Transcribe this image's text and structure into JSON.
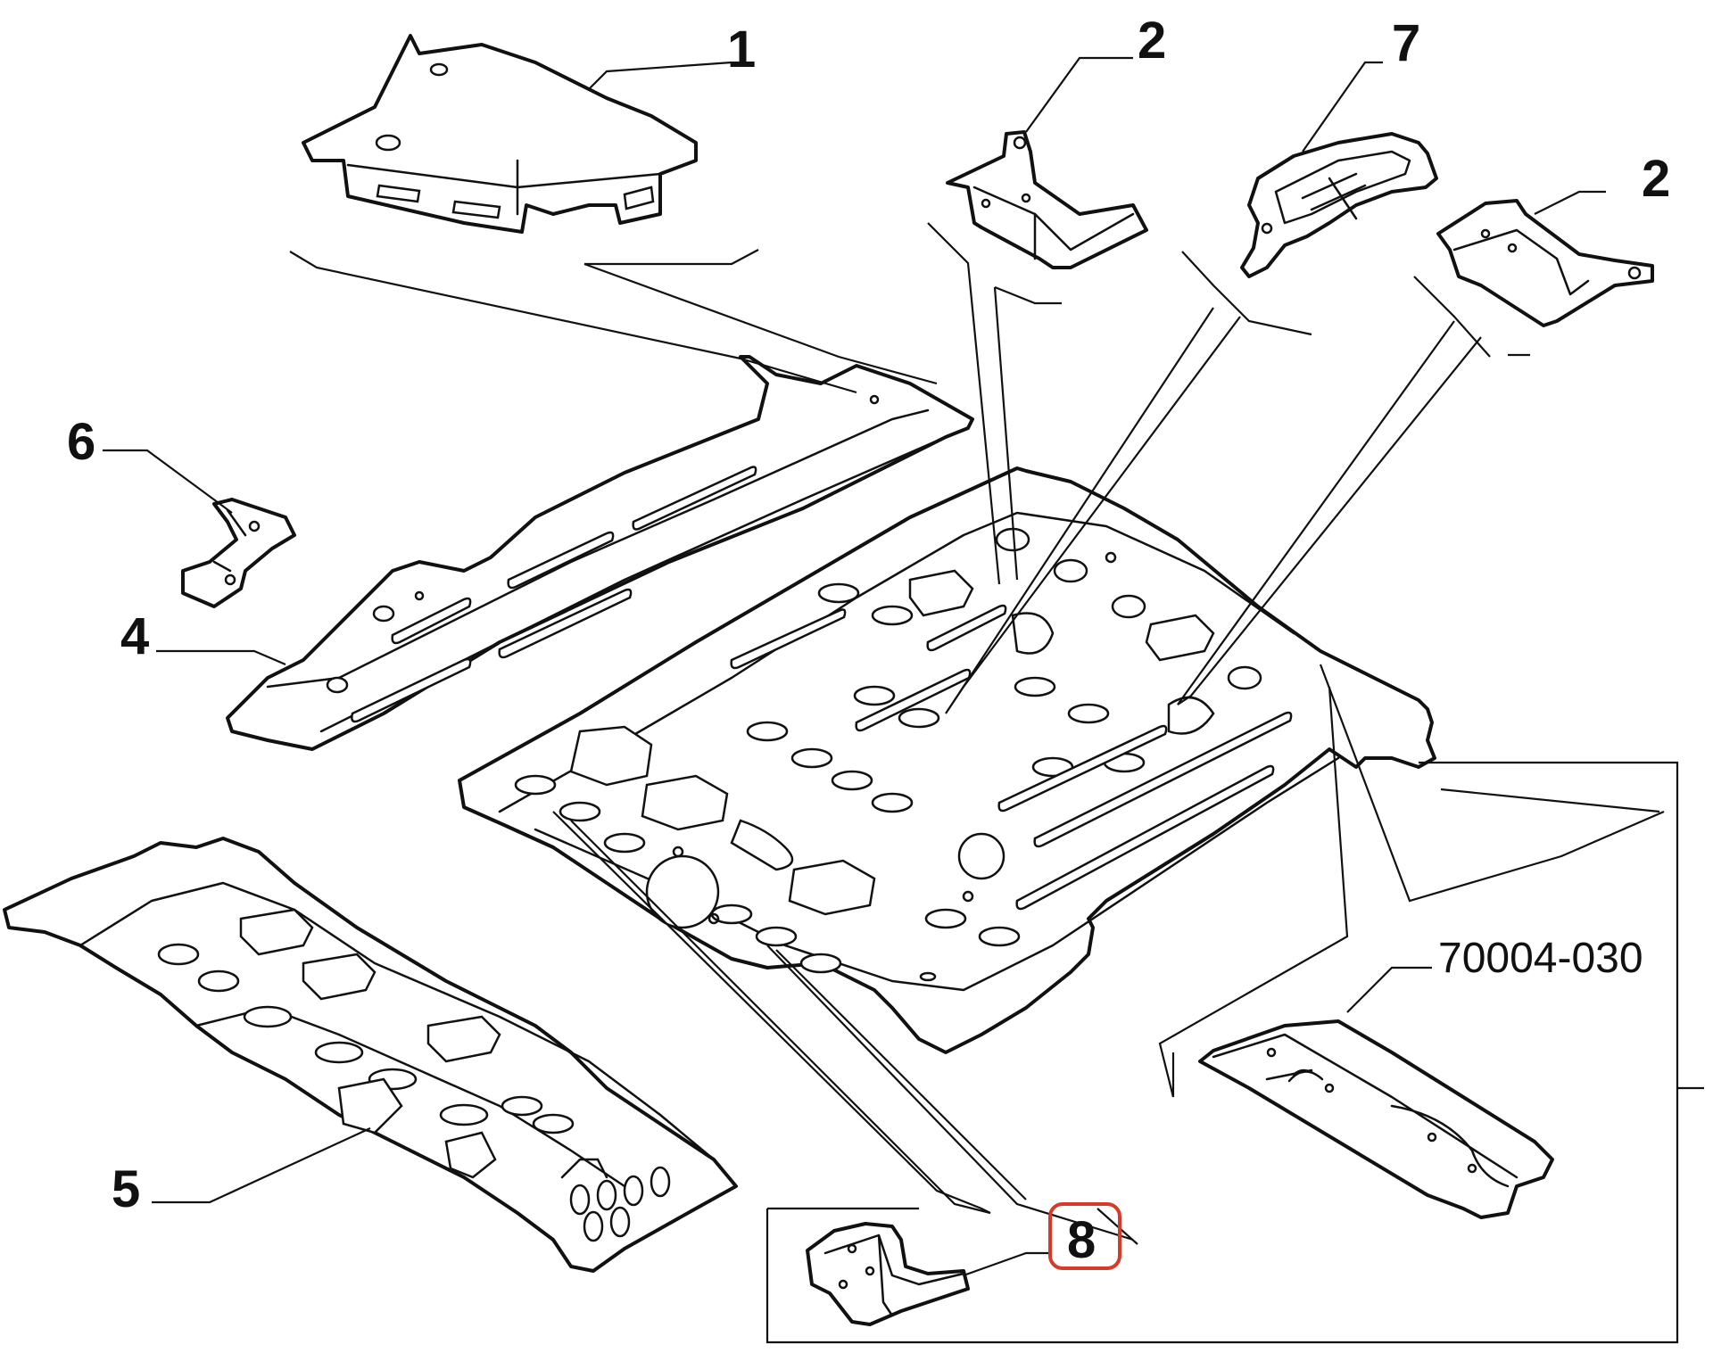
{
  "callouts": {
    "c1": "1",
    "c2a": "2",
    "c7": "7",
    "c2b": "2",
    "c6": "6",
    "c4": "4",
    "c5": "5",
    "c8": "8",
    "ref": "70004-030"
  },
  "highlight": {
    "target": "8",
    "color": "#d83a2a"
  }
}
